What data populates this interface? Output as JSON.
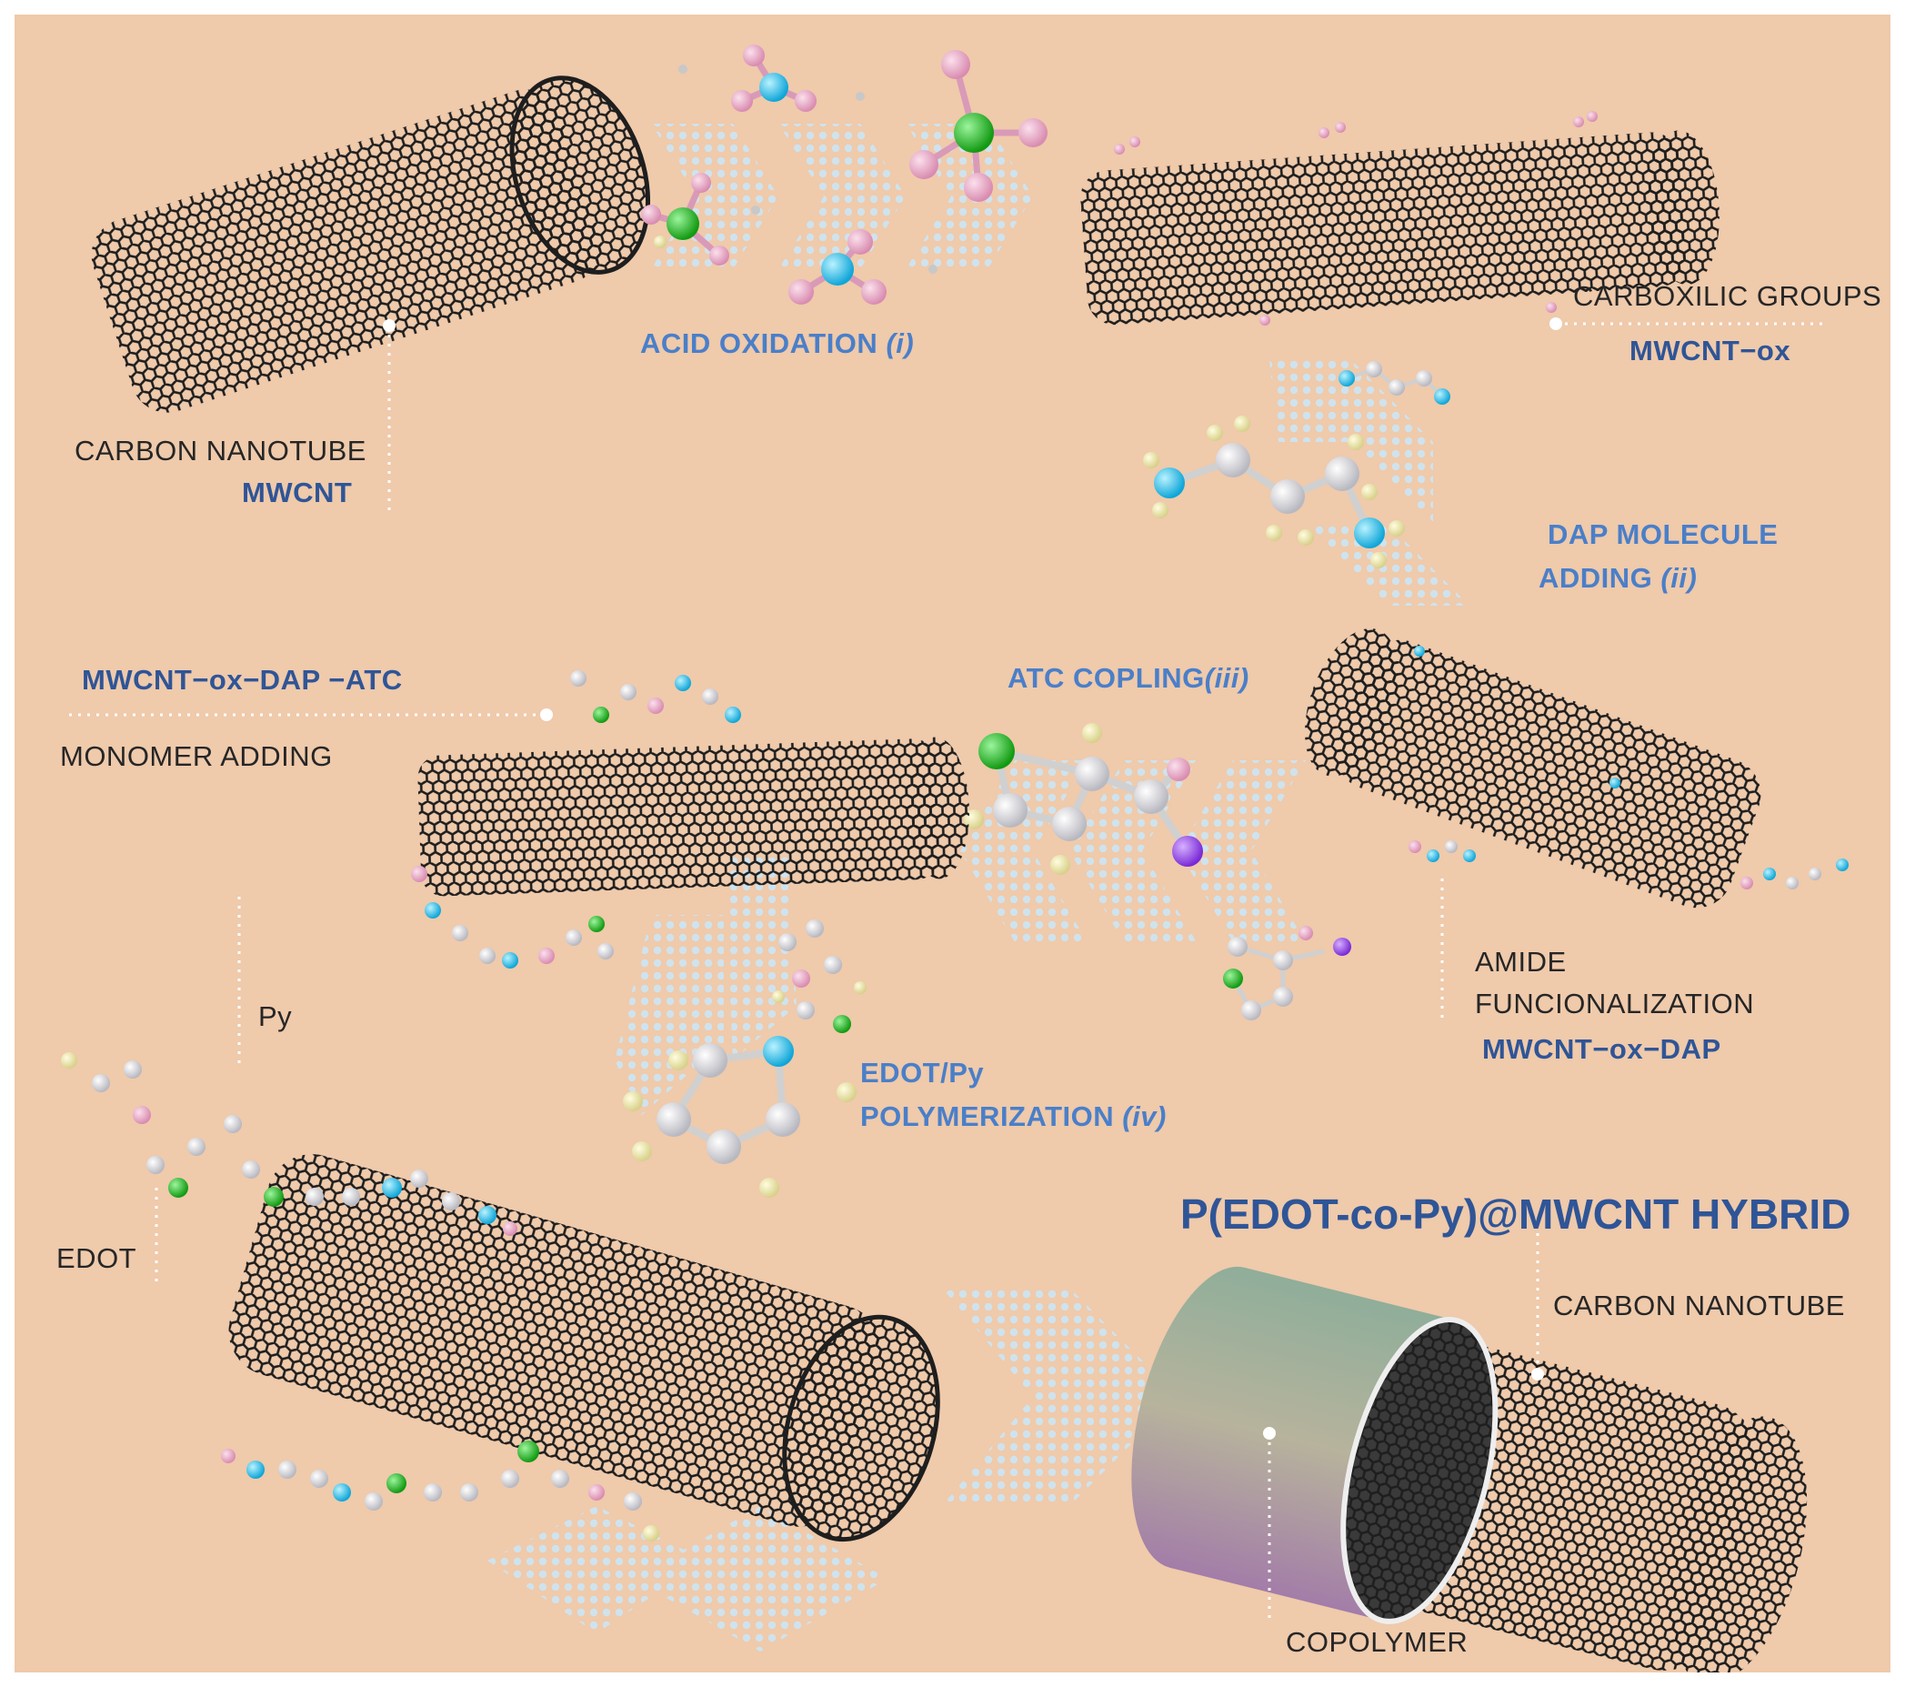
{
  "labels": {
    "acid_oxidation": "ACID OXIDATION",
    "acid_oxidation_step": "(i)",
    "carbon_nanotube_1": "CARBON NANOTUBE",
    "mwcnt": "MWCNT",
    "carboxilic_groups": "CARBOXILIC GROUPS",
    "mwcnt_ox": "MWCNT−ox",
    "dap_molecule": "DAP MOLECULE",
    "adding": "ADDING",
    "adding_step": "(ii)",
    "mwcnt_ox_dap_atc": "MWCNT−ox−DAP −ATC",
    "monomer_adding": "MONOMER ADDING",
    "atc_copling": "ATC COPLING",
    "atc_copling_step": "(iii)",
    "amide": "AMIDE",
    "funcionalization": "FUNCIONALIZATION",
    "mwcnt_ox_dap": "MWCNT−ox−DAP",
    "py": "Py",
    "edot_py": "EDOT/Py",
    "polymerization": "POLYMERIZATION",
    "polymerization_step": "(iv)",
    "hybrid_title": "P(EDOT-co-Py)@MWCNT HYBRID",
    "edot": "EDOT",
    "carbon_nanotube_2": "CARBON NANOTUBE",
    "copolymer": "COPOLYMER"
  },
  "colors": {
    "background": "#efcaab",
    "label_dark": "#262626",
    "label_blue": "#4a7fc9",
    "label_navy": "#2f5597",
    "nanotube": "#1e1e1e",
    "dotted_arrows": "#cfe3ee",
    "atom_hydrogen": "#f3eda8",
    "atom_carbon": "#e6e6ea",
    "atom_oxygen": "#e9a6c6",
    "atom_nitrogen": "#28bfe8",
    "atom_sulfur": "#1fbf1f",
    "atom_chlorine": "#9b50e6"
  }
}
